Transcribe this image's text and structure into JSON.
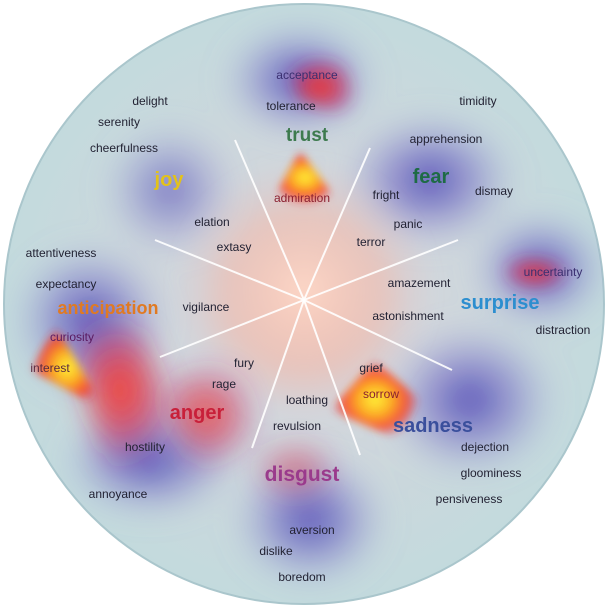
{
  "primary_emotions": [
    {
      "key": "trust",
      "text": "trust",
      "color": "#3d7a4e"
    },
    {
      "key": "fear",
      "text": "fear",
      "color": "#1e6b45"
    },
    {
      "key": "surprise",
      "text": "surprise",
      "color": "#2c8ecf"
    },
    {
      "key": "sadness",
      "text": "sadness",
      "color": "#3a4f9c"
    },
    {
      "key": "disgust",
      "text": "disgust",
      "color": "#9a3a8c"
    },
    {
      "key": "anger",
      "text": "anger",
      "color": "#c8203a"
    },
    {
      "key": "anticipation",
      "text": "anticipation",
      "color": "#e07a22"
    },
    {
      "key": "joy",
      "text": "joy",
      "color": "#e3c21a"
    }
  ],
  "emotion_terms": [
    {
      "key": "acceptance",
      "text": "acceptance"
    },
    {
      "key": "tolerance",
      "text": "tolerance"
    },
    {
      "key": "admiration",
      "text": "admiration"
    },
    {
      "key": "delight",
      "text": "delight"
    },
    {
      "key": "serenity",
      "text": "serenity"
    },
    {
      "key": "cheerfulness",
      "text": "cheerfulness"
    },
    {
      "key": "elation",
      "text": "elation"
    },
    {
      "key": "extasy",
      "text": "extasy"
    },
    {
      "key": "timidity",
      "text": "timidity"
    },
    {
      "key": "apprehension",
      "text": "apprehension"
    },
    {
      "key": "dismay",
      "text": "dismay"
    },
    {
      "key": "fright",
      "text": "fright"
    },
    {
      "key": "panic",
      "text": "panic"
    },
    {
      "key": "terror",
      "text": "terror"
    },
    {
      "key": "uncertainty",
      "text": "uncertainty"
    },
    {
      "key": "amazement",
      "text": "amazement"
    },
    {
      "key": "astonishment",
      "text": "astonishment"
    },
    {
      "key": "distraction",
      "text": "distraction"
    },
    {
      "key": "attentiveness",
      "text": "attentiveness"
    },
    {
      "key": "expectancy",
      "text": "expectancy"
    },
    {
      "key": "vigilance",
      "text": "vigilance"
    },
    {
      "key": "curiosity",
      "text": "curiosity"
    },
    {
      "key": "interest",
      "text": "interest"
    },
    {
      "key": "fury",
      "text": "fury"
    },
    {
      "key": "rage",
      "text": "rage"
    },
    {
      "key": "hostility",
      "text": "hostility"
    },
    {
      "key": "annoyance",
      "text": "annoyance"
    },
    {
      "key": "grief",
      "text": "grief"
    },
    {
      "key": "sorrow",
      "text": "sorrow"
    },
    {
      "key": "dejection",
      "text": "dejection"
    },
    {
      "key": "gloominess",
      "text": "gloominess"
    },
    {
      "key": "pensiveness",
      "text": "pensiveness"
    },
    {
      "key": "loathing",
      "text": "loathing"
    },
    {
      "key": "revulsion",
      "text": "revulsion"
    },
    {
      "key": "aversion",
      "text": "aversion"
    },
    {
      "key": "dislike",
      "text": "dislike"
    },
    {
      "key": "boredom",
      "text": "boredom"
    }
  ],
  "colors": {
    "disk": "#c6dcdf",
    "disk_edge": "#aac6cc",
    "spoke": "#ffffff",
    "term_text": "#222233",
    "hot_core": "#ffd21a",
    "hot_mid": "#ff4a14",
    "hot_outer": "#d21e3c",
    "purple_haze": "#4b42b4"
  }
}
